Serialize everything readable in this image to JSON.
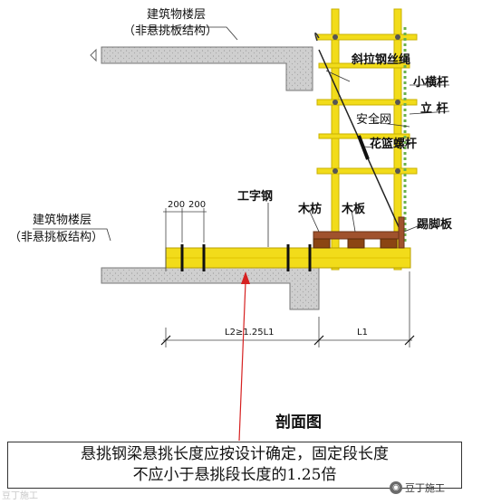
{
  "labels": {
    "top_floor_line1": "建筑物楼层",
    "top_floor_line2": "（非悬挑板结构）",
    "left_floor_line1": "建筑物楼层",
    "left_floor_line2": "（非悬挑板结构）",
    "diagonal_rope": "斜拉钢丝绳",
    "small_crossbar": "小横杆",
    "upright_pole": "立 杆",
    "safety_net": "安全网",
    "turnbuckle": "花篮螺杆",
    "i_beam": "工字钢",
    "timber_purlin": "木枋",
    "wood_board": "木板",
    "toe_board": "踢脚板",
    "dim_200_a": "200",
    "dim_200_b": "200",
    "dim_l2": "L2≥1.25L1",
    "dim_l1": "L1",
    "section_title": "剖面图"
  },
  "caption": {
    "line1": "悬挑钢梁悬挑长度应按设计确定，固定段长度",
    "line2": "不应小于悬挑段长度的1.25倍"
  },
  "watermark": "豆丁施工",
  "brand": {
    "name": "豆丁施工",
    "logo_icon": "doudin-logo-icon"
  },
  "colors": {
    "steel_yellow": "#f2dc1a",
    "concrete": "#c9c9c9",
    "timber": "#a0522d",
    "safety_net": "#6ab04c",
    "arrow_red": "#d62020"
  }
}
